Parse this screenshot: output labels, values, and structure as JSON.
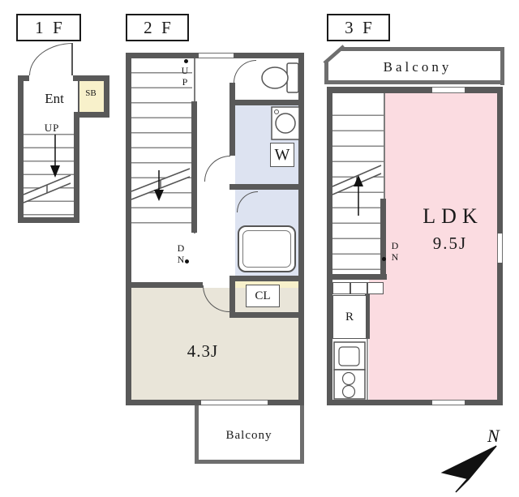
{
  "floors": {
    "f1": {
      "label": "1F",
      "ent": "Ent",
      "sb": "SB",
      "up": "UP"
    },
    "f2": {
      "label": "2F",
      "up": "UP",
      "dn": "DN",
      "w": "W",
      "cl": "CL",
      "room_size": "4.3J",
      "balcony": "Balcony"
    },
    "f3": {
      "label": "3F",
      "balcony": "Balcony",
      "ldk": "LDK",
      "ldk_size": "9.5J",
      "dn": "DN",
      "r": "R"
    }
  },
  "compass": {
    "north": "N"
  },
  "colors": {
    "wall": "#595959",
    "wall2": "#6e6e6e",
    "cream": "#f8f1cb",
    "blue": "#dde3f1",
    "beige": "#e9e5d9",
    "pink": "#fbdce1"
  }
}
